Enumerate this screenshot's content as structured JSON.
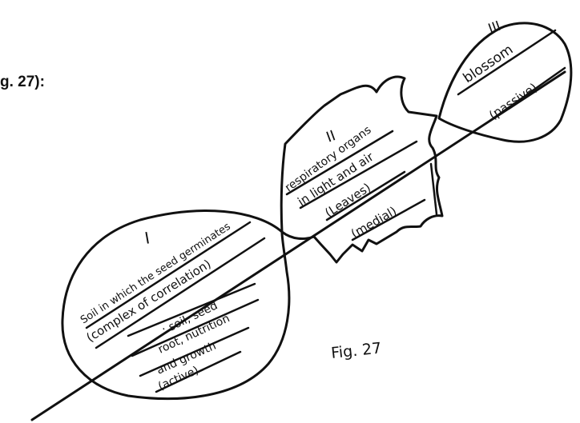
{
  "caption_fragment": "g. 27):",
  "figure_label": "Fig. 27",
  "sections": {
    "one": {
      "numeral": "I",
      "line1": "Soil in which the seed germinates",
      "line2": "(complex of correlation)",
      "line3": ": soil, seed",
      "line4": "root, nutrition",
      "line5": "and growth",
      "line6": "(active)"
    },
    "two": {
      "numeral": "II",
      "line1": "respiratory organs",
      "line2": "in light and air",
      "line3": "(Leaves)",
      "line4": "(medial)"
    },
    "three": {
      "numeral": "III",
      "line1": "blossom",
      "line2": "(passive)"
    }
  }
}
